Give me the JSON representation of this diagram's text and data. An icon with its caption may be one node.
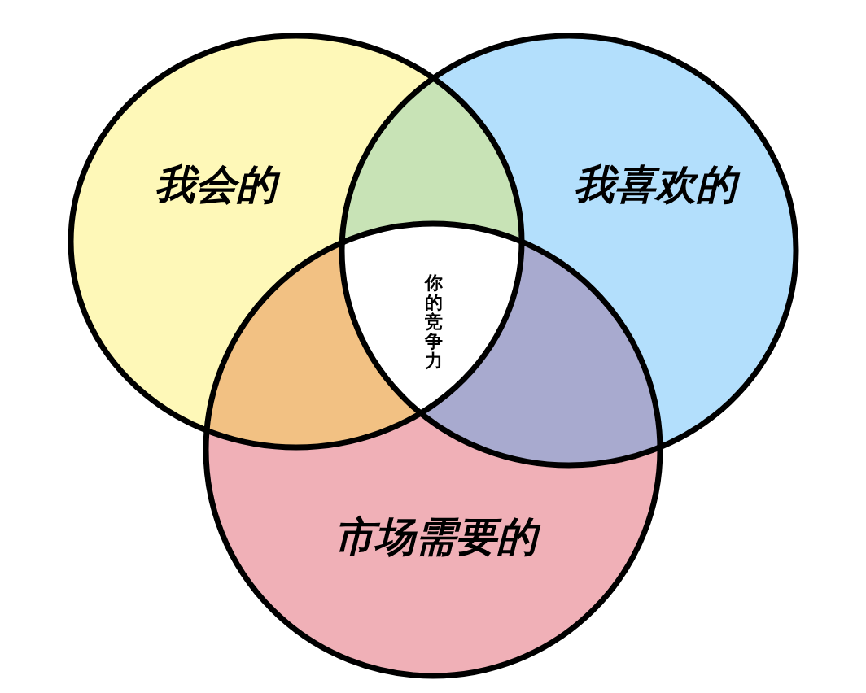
{
  "diagram": {
    "nodes": [
      {
        "text": [
          "我会的"
        ]
      },
      {
        "text": [
          "我喜欢的"
        ]
      },
      {
        "text": [
          "市场需要的"
        ]
      },
      {
        "text": [
          "你的竞争力"
        ]
      }
    ]
  }
}
